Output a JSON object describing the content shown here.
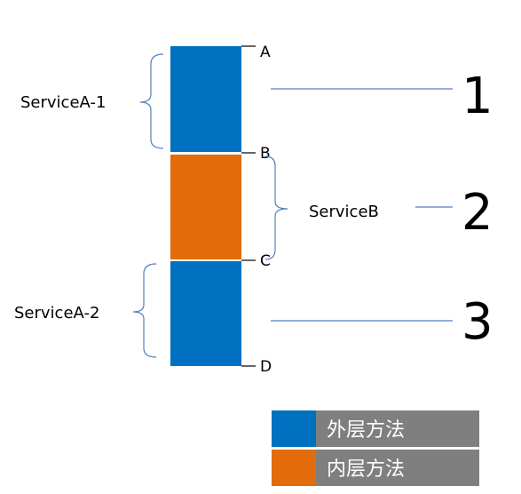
{
  "colors": {
    "outer": "#0070C0",
    "inner": "#E36C0A",
    "legend_bg": "#7F7F7F",
    "bracket": "#4F81BD",
    "tick": "#000000"
  },
  "points": {
    "a": "A",
    "b": "B",
    "c": "C",
    "d": "D"
  },
  "segments": {
    "service_a1": "ServiceA-1",
    "service_b": "ServiceB",
    "service_a2": "ServiceA-2"
  },
  "numbers": {
    "one": "1",
    "two": "2",
    "three": "3"
  },
  "legend": {
    "outer_label": "外层方法",
    "inner_label": "内层方法"
  }
}
